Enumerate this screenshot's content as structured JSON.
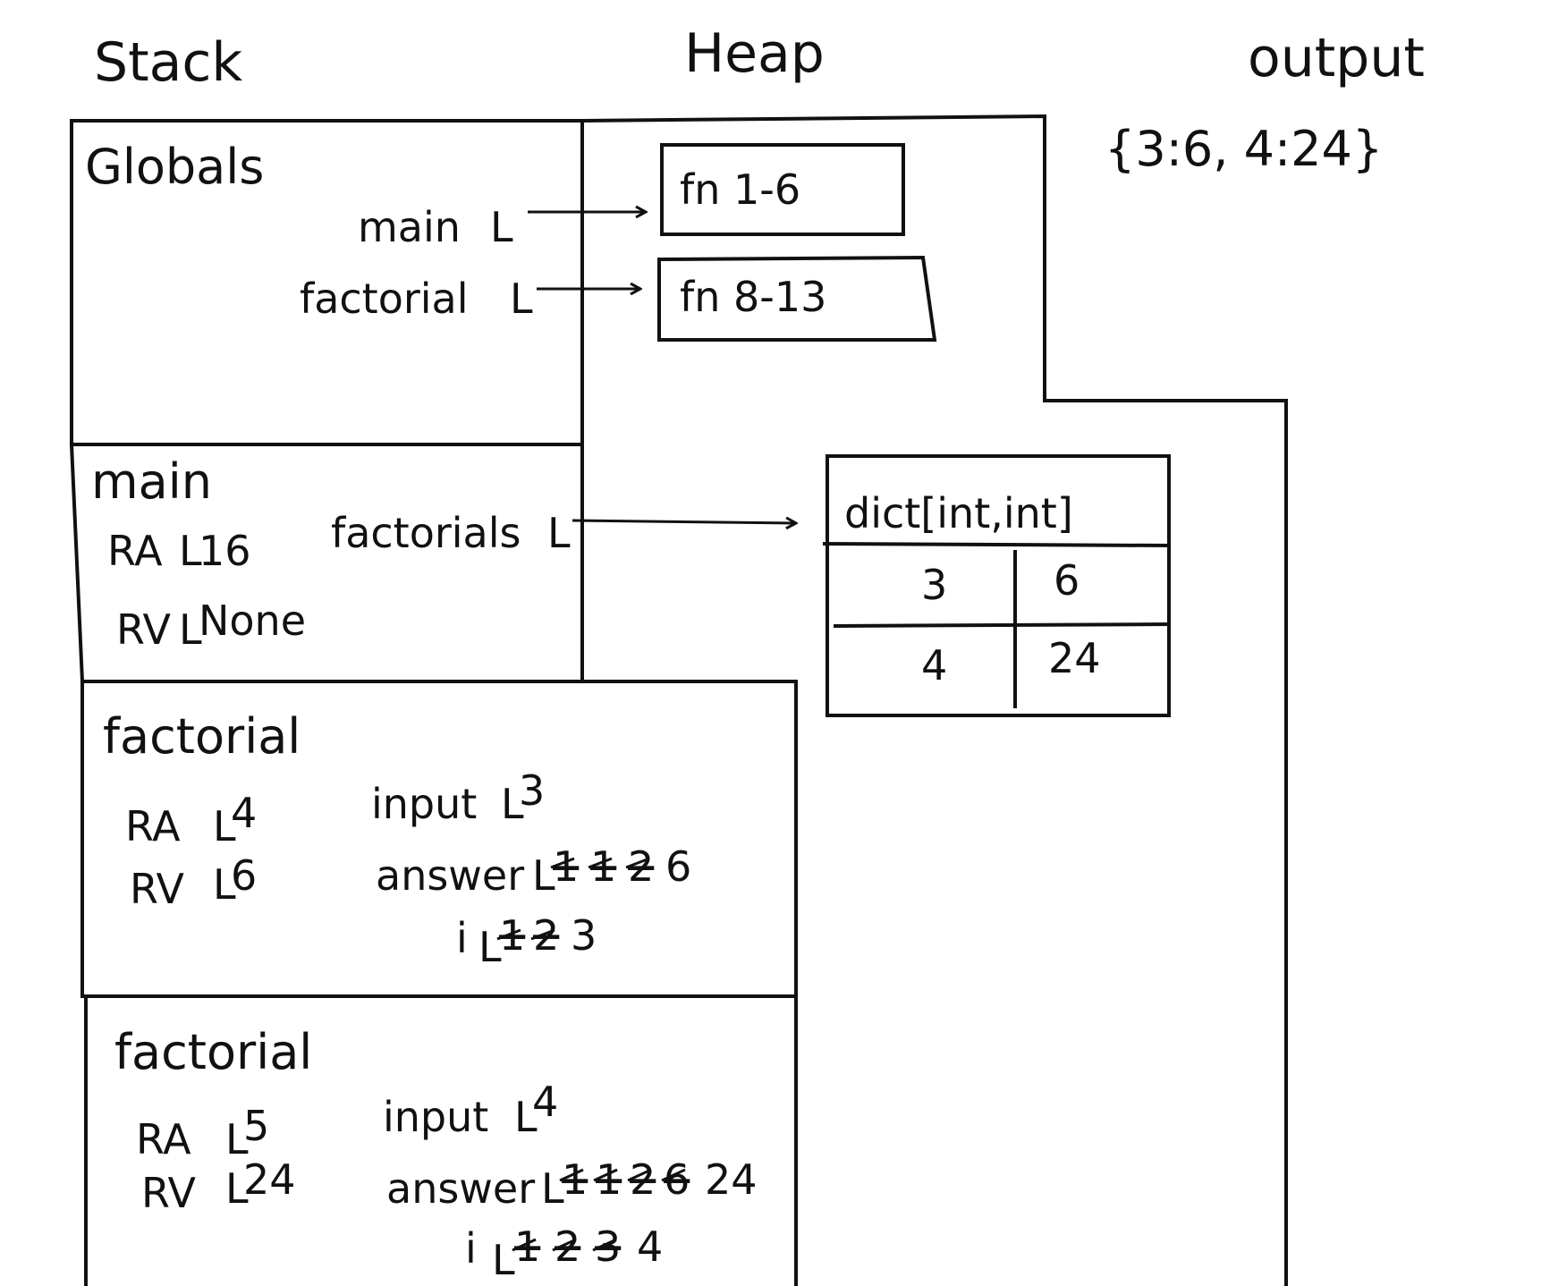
{
  "headers": {
    "stack": "Stack",
    "heap": "Heap",
    "output": "output"
  },
  "output_value": "{3:6, 4:24}",
  "globals": {
    "title": "Globals",
    "main_label": "main",
    "factorial_label": "factorial"
  },
  "heap": {
    "fn_main": "fn 1-6",
    "fn_factorial": "fn 8-13",
    "dict_title": "dict[int,int]",
    "dict_rows": [
      {
        "key": "3",
        "value": "6"
      },
      {
        "key": "4",
        "value": "24"
      }
    ]
  },
  "main_frame": {
    "title": "main",
    "ra_label": "RA",
    "ra_value": "16",
    "rv_label": "RV",
    "rv_value": "None",
    "factorials_label": "factorials"
  },
  "factorial_frame_1": {
    "title": "factorial",
    "ra_label": "RA",
    "ra_value": "4",
    "rv_label": "RV",
    "rv_value": "6",
    "input_label": "input",
    "input_value": "3",
    "answer_label": "answer",
    "answer_struck": [
      "1",
      "1",
      "2"
    ],
    "answer_value": "6",
    "i_label": "i",
    "i_struck": [
      "1",
      "2"
    ],
    "i_value": "3"
  },
  "factorial_frame_2": {
    "title": "factorial",
    "ra_label": "RA",
    "ra_value": "5",
    "rv_label": "RV",
    "rv_value": "24",
    "input_label": "input",
    "input_value": "4",
    "answer_label": "answer",
    "answer_struck": [
      "1",
      "1",
      "2",
      "6"
    ],
    "answer_value": "24",
    "i_label": "i",
    "i_struck": [
      "1",
      "2",
      "3"
    ],
    "i_value": "4"
  }
}
